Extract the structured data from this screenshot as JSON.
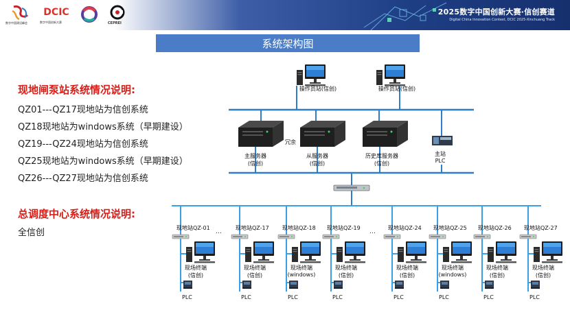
{
  "banner": {
    "logo1_text": "数字中国建设峰会",
    "logo2_text": "数字中国创新大赛",
    "logo2_mark": "DCIC",
    "logo4_text": "CEPREI",
    "contest_title": "2025数字中国创新大赛·信创赛道",
    "contest_subtitle": "Digital China Innovation Contest, DCIC 2025-Xinchuang Track"
  },
  "diagram_title": "系统架构图",
  "local_section": {
    "heading": "现地闸泵站系统情况说明:",
    "lines": [
      "QZ01---QZ17现地站为信创系统",
      "QZ18现地站为windows系统（早期建设）",
      "QZ19---QZ24现地站为信创系统",
      "QZ25现地站为windows系统（早期建设）",
      "QZ26---QZ27现地站为信创系统"
    ]
  },
  "center_section": {
    "heading": "总调度中心系统情况说明:",
    "lines": [
      "全信创"
    ]
  },
  "operator_stations": [
    "操作员站(信创)",
    "操作员站(信创)"
  ],
  "servers": [
    {
      "line1": "主服务器",
      "line2": "(信创)"
    },
    {
      "line1": "从服务器",
      "line2": "(信创)"
    },
    {
      "line1": "历史库服务器",
      "line2": "(信创)"
    }
  ],
  "redundancy_label": "冗余",
  "main_plc": {
    "line1": "主站",
    "line2": "PLC"
  },
  "stations": [
    {
      "name": "现地站QZ-01",
      "term1": "现场终端",
      "term2": "(信创)",
      "plc": "PLC"
    },
    {
      "name": "现地站QZ-17",
      "term1": "现场终端",
      "term2": "(信创)",
      "plc": "PLC"
    },
    {
      "name": "现地站QZ-18",
      "term1": "现场终端",
      "term2": "(windows)",
      "plc": "PLC"
    },
    {
      "name": "现地站QZ-19",
      "term1": "现场终端",
      "term2": "(信创)",
      "plc": "PLC"
    },
    {
      "name": "现地站QZ-24",
      "term1": "现场终端",
      "term2": "(信创)",
      "plc": "PLC"
    },
    {
      "name": "现地站QZ-25",
      "term1": "现场终端",
      "term2": "(windows)",
      "plc": "PLC"
    },
    {
      "name": "现地站QZ-26",
      "term1": "现场终端",
      "term2": "(信创)",
      "plc": "PLC"
    },
    {
      "name": "现地站QZ-27",
      "term1": "现场终端",
      "term2": "(信创)",
      "plc": "PLC"
    }
  ],
  "ellipsis": "…",
  "colors": {
    "title_bar": "#4a7cc7",
    "heading_red": "#d91e18",
    "network_line": "#2f7dc8",
    "station_line": "#3aa0e6"
  }
}
